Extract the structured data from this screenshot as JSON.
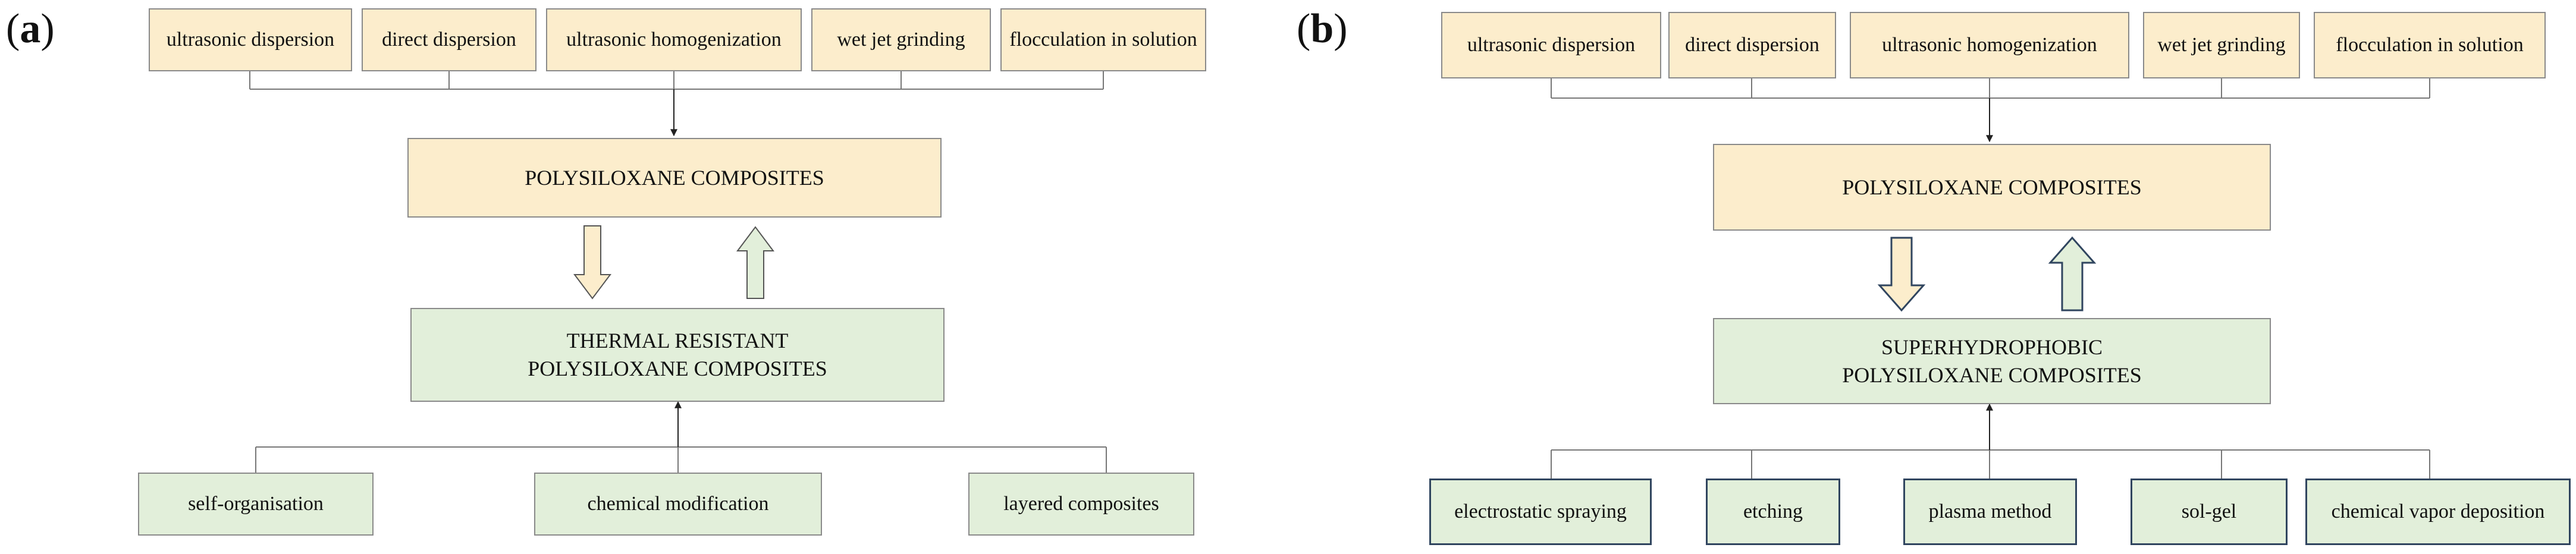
{
  "panel_a": {
    "label": "a",
    "methods_top": [
      "ultrasonic dispersion",
      "direct dispersion",
      "ultrasonic homogenization",
      "wet jet grinding",
      "flocculation in solution"
    ],
    "center_box": "POLYSILOXANE COMPOSITES",
    "result_box_line1": "THERMAL RESISTANT",
    "result_box_line2": "POLYSILOXANE COMPOSITES",
    "methods_bottom": [
      "self-organisation",
      "chemical modification",
      "layered composites"
    ]
  },
  "panel_b": {
    "label": "b",
    "methods_top": [
      "ultrasonic dispersion",
      "direct dispersion",
      "ultrasonic homogenization",
      "wet jet grinding",
      "flocculation in solution"
    ],
    "center_box": "POLYSILOXANE COMPOSITES",
    "result_box_line1": "SUPERHYDROPHOBIC",
    "result_box_line2": "POLYSILOXANE COMPOSITES",
    "methods_bottom": [
      "electrostatic spraying",
      "etching",
      "plasma method",
      "sol-gel",
      "chemical vapor deposition"
    ]
  },
  "colors": {
    "input_fill": "#fcedcc",
    "output_fill": "#e2efda",
    "border_dark": "#30455f"
  }
}
